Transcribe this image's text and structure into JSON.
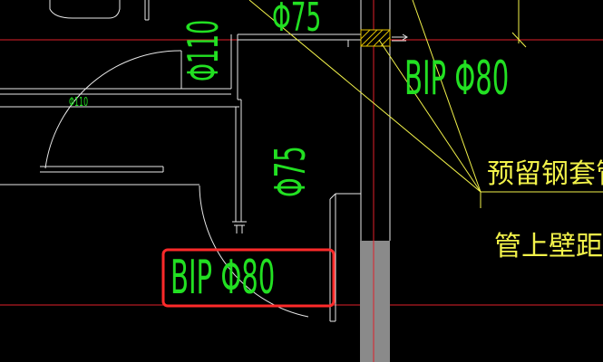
{
  "labels": {
    "pipe_phi110_vertical": "Φ110",
    "pipe_phi75_top": "Φ75",
    "bip_phi80_right": "BIP Φ80",
    "pipe_phi110_small": "Φ110",
    "pipe_phi75_vertical": "Φ75",
    "bip_phi80_highlighted": "BIP Φ80",
    "note_line1": "预留钢套管",
    "note_line2": "管上壁距框"
  },
  "colors": {
    "background": "#000000",
    "walls": "#ffffff",
    "pipe_text": "#22e022",
    "leader": "#f2f24a",
    "axis_line": "#e0202a",
    "highlight_box": "#ff2a2a",
    "column_fill": "#8a8a8a",
    "sleeve_hatch": "#e0c000"
  }
}
